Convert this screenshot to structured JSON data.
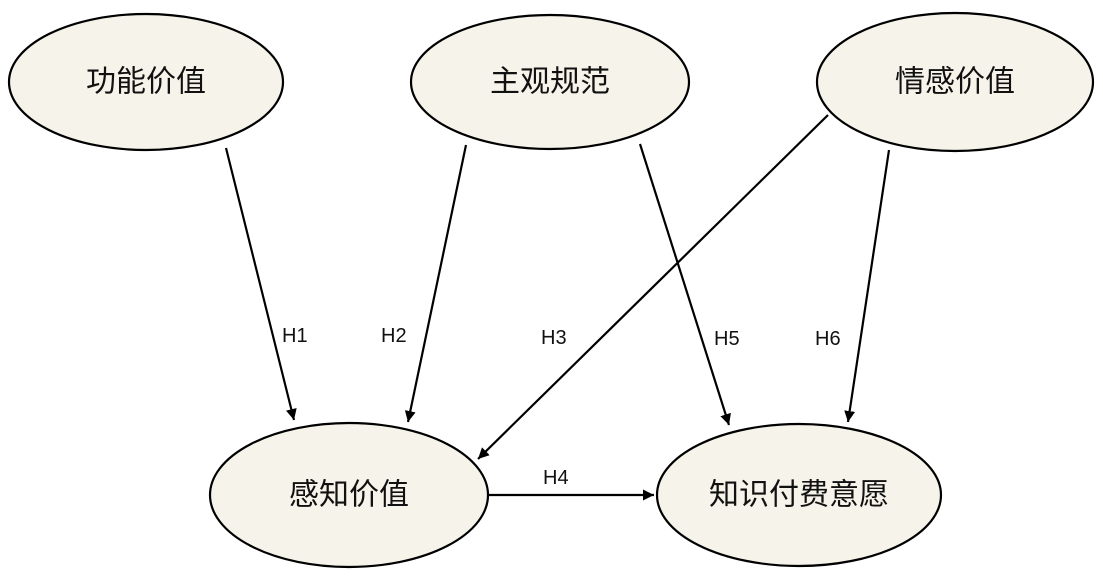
{
  "nodes": {
    "functional_value": {
      "label": "功能价值"
    },
    "subjective_norm": {
      "label": "主观规范"
    },
    "emotional_value": {
      "label": "情感价值"
    },
    "perceived_value": {
      "label": "感知价值"
    },
    "payment_intention": {
      "label": "知识付费意愿"
    }
  },
  "edges": {
    "h1": {
      "label": "H1",
      "from": "功能价值",
      "to": "感知价值"
    },
    "h2": {
      "label": "H2",
      "from": "主观规范",
      "to": "感知价值"
    },
    "h3": {
      "label": "H3",
      "from": "情感价值",
      "to": "感知价值"
    },
    "h4": {
      "label": "H4",
      "from": "感知价值",
      "to": "知识付费意愿"
    },
    "h5": {
      "label": "H5",
      "from": "主观规范",
      "to": "知识付费意愿"
    },
    "h6": {
      "label": "H6",
      "from": "情感价值",
      "to": "知识付费意愿"
    }
  }
}
